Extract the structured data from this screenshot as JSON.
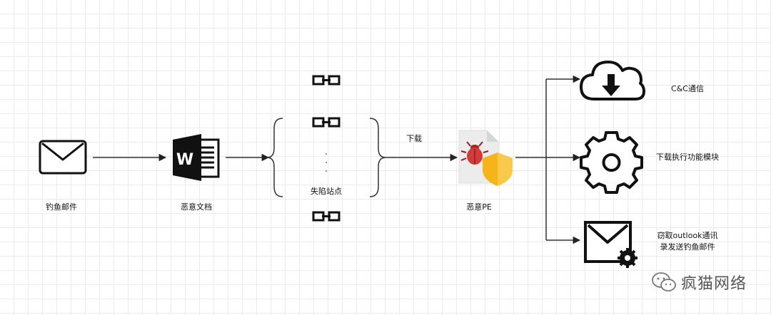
{
  "nodes": {
    "email": "钓鱼邮件",
    "doc": "恶意文档",
    "sites": "失陷站点",
    "pe": "恶意PE",
    "cc": "C&C通信",
    "modules": "下载执行功能模块",
    "outlook_line1": "窃取outlook通讯",
    "outlook_line2": "录发送钓鱼邮件"
  },
  "edges": {
    "download": "下载"
  },
  "watermark": {
    "text": "疯猫网络"
  }
}
